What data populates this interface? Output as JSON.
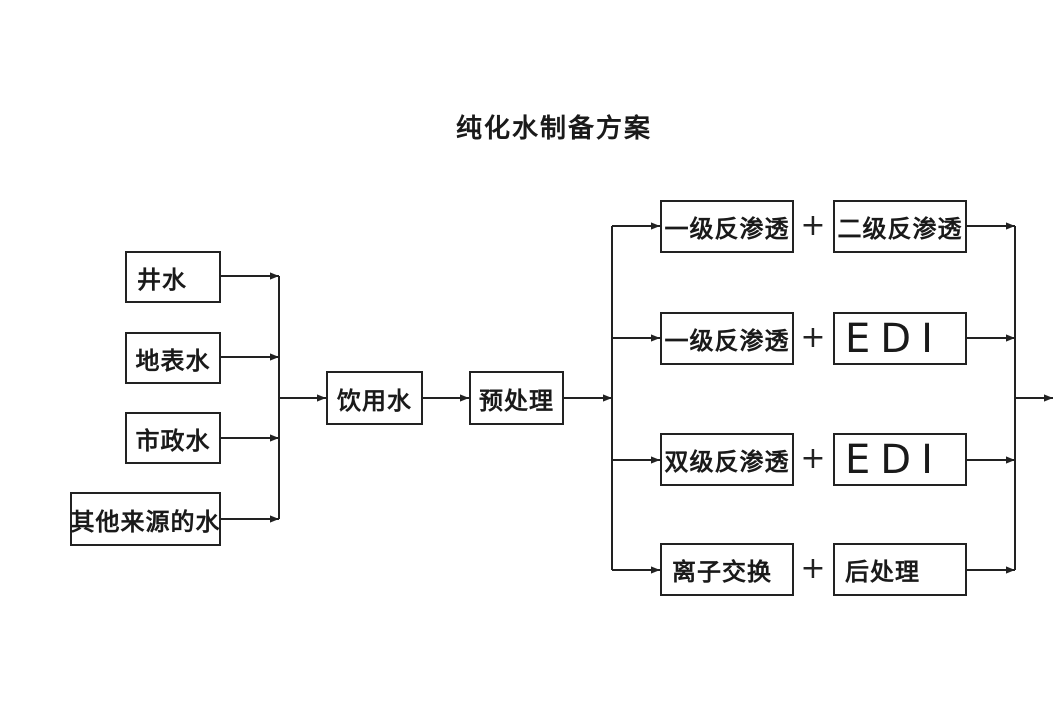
{
  "title": "纯化水制备方案",
  "sources": [
    "井水",
    "地表水",
    "市政水",
    "其他来源的水"
  ],
  "drinking_water": "饮用水",
  "pretreatment": "预处理",
  "plus_sign": "+",
  "routes": [
    {
      "first": "一级反渗透",
      "second": "二级反渗透"
    },
    {
      "first": "一级反渗透",
      "second": "EDI"
    },
    {
      "first": "双级反渗透",
      "second": "EDI"
    },
    {
      "first": "离子交换",
      "second": "后处理"
    }
  ]
}
